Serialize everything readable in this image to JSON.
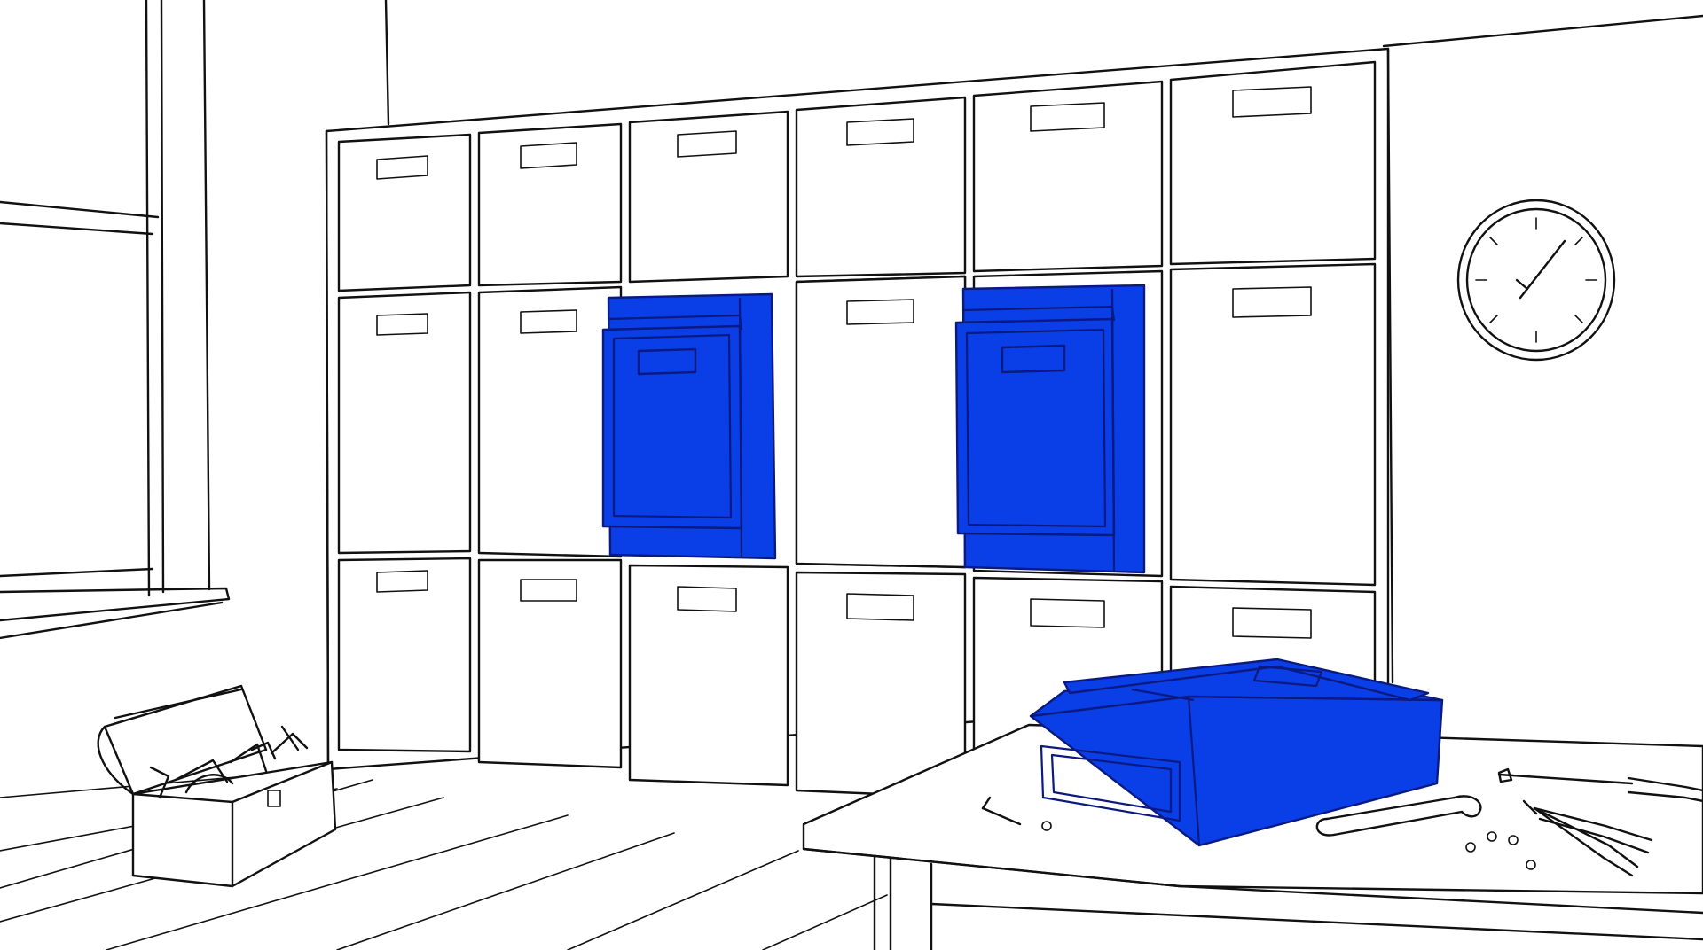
{
  "scene": {
    "accent_color": "#0a3ee6",
    "accent_dark": "#0b1a80",
    "line_color": "#111111",
    "background": "#ffffff",
    "icons": [
      "window",
      "locker-wall",
      "locker-door-open",
      "toolbox",
      "wall-clock",
      "workbench",
      "removed-locker-module",
      "wrench",
      "pliers",
      "screwdriver",
      "hex-key",
      "screws"
    ]
  }
}
